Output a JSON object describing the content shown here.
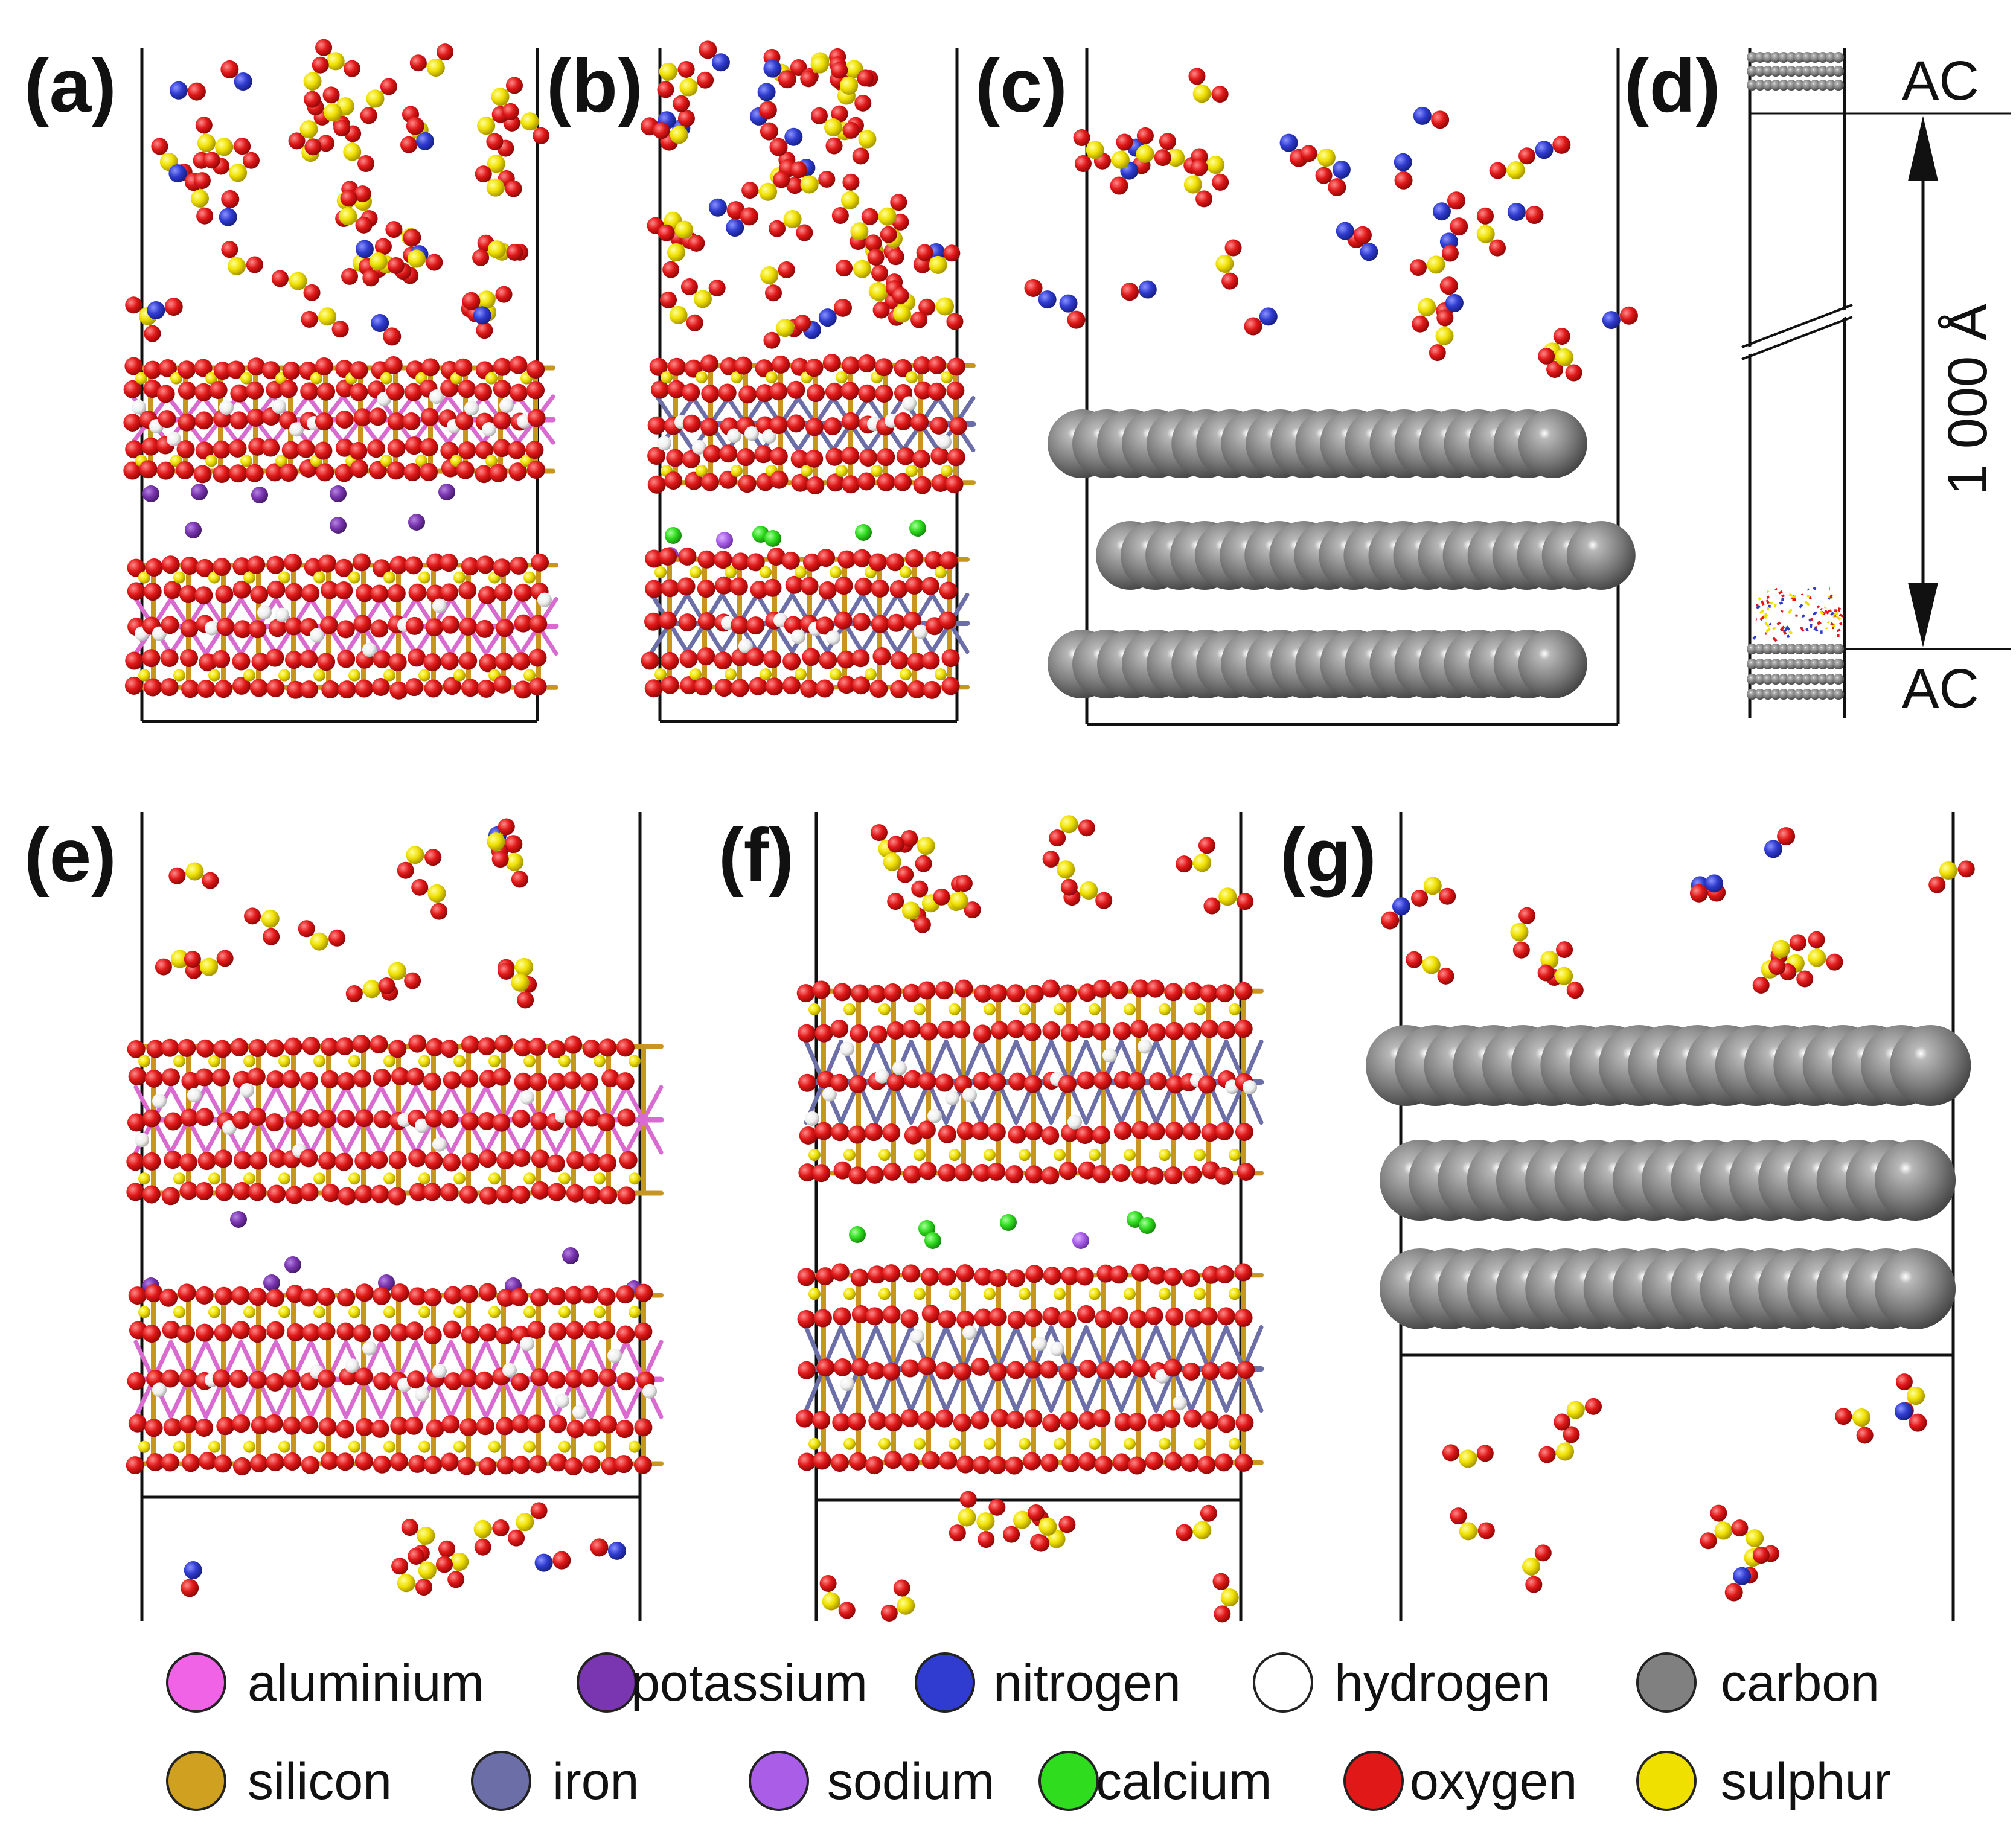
{
  "panels": [
    {
      "id": "a",
      "label": "(a)"
    },
    {
      "id": "b",
      "label": "(b)"
    },
    {
      "id": "c",
      "label": "(c)"
    },
    {
      "id": "d",
      "label": "(d)"
    },
    {
      "id": "e",
      "label": "(e)"
    },
    {
      "id": "f",
      "label": "(f)"
    },
    {
      "id": "g",
      "label": "(g)"
    }
  ],
  "panel_d": {
    "top_label": "AC",
    "bottom_label": "AC",
    "distance_label": "1 000 Å"
  },
  "legend": [
    {
      "name": "aluminium",
      "color": "#f062e6"
    },
    {
      "name": "potassium",
      "color": "#7a35b0"
    },
    {
      "name": "nitrogen",
      "color": "#2f3ccf"
    },
    {
      "name": "hydrogen",
      "color": "#ffffff"
    },
    {
      "name": "carbon",
      "color": "#808080"
    },
    {
      "name": "silicon",
      "color": "#d0a020"
    },
    {
      "name": "iron",
      "color": "#6c6ea8"
    },
    {
      "name": "sodium",
      "color": "#aa5ee8"
    },
    {
      "name": "calcium",
      "color": "#2fdc1e"
    },
    {
      "name": "oxygen",
      "color": "#e01818"
    },
    {
      "name": "sulphur",
      "color": "#f0e000"
    }
  ]
}
